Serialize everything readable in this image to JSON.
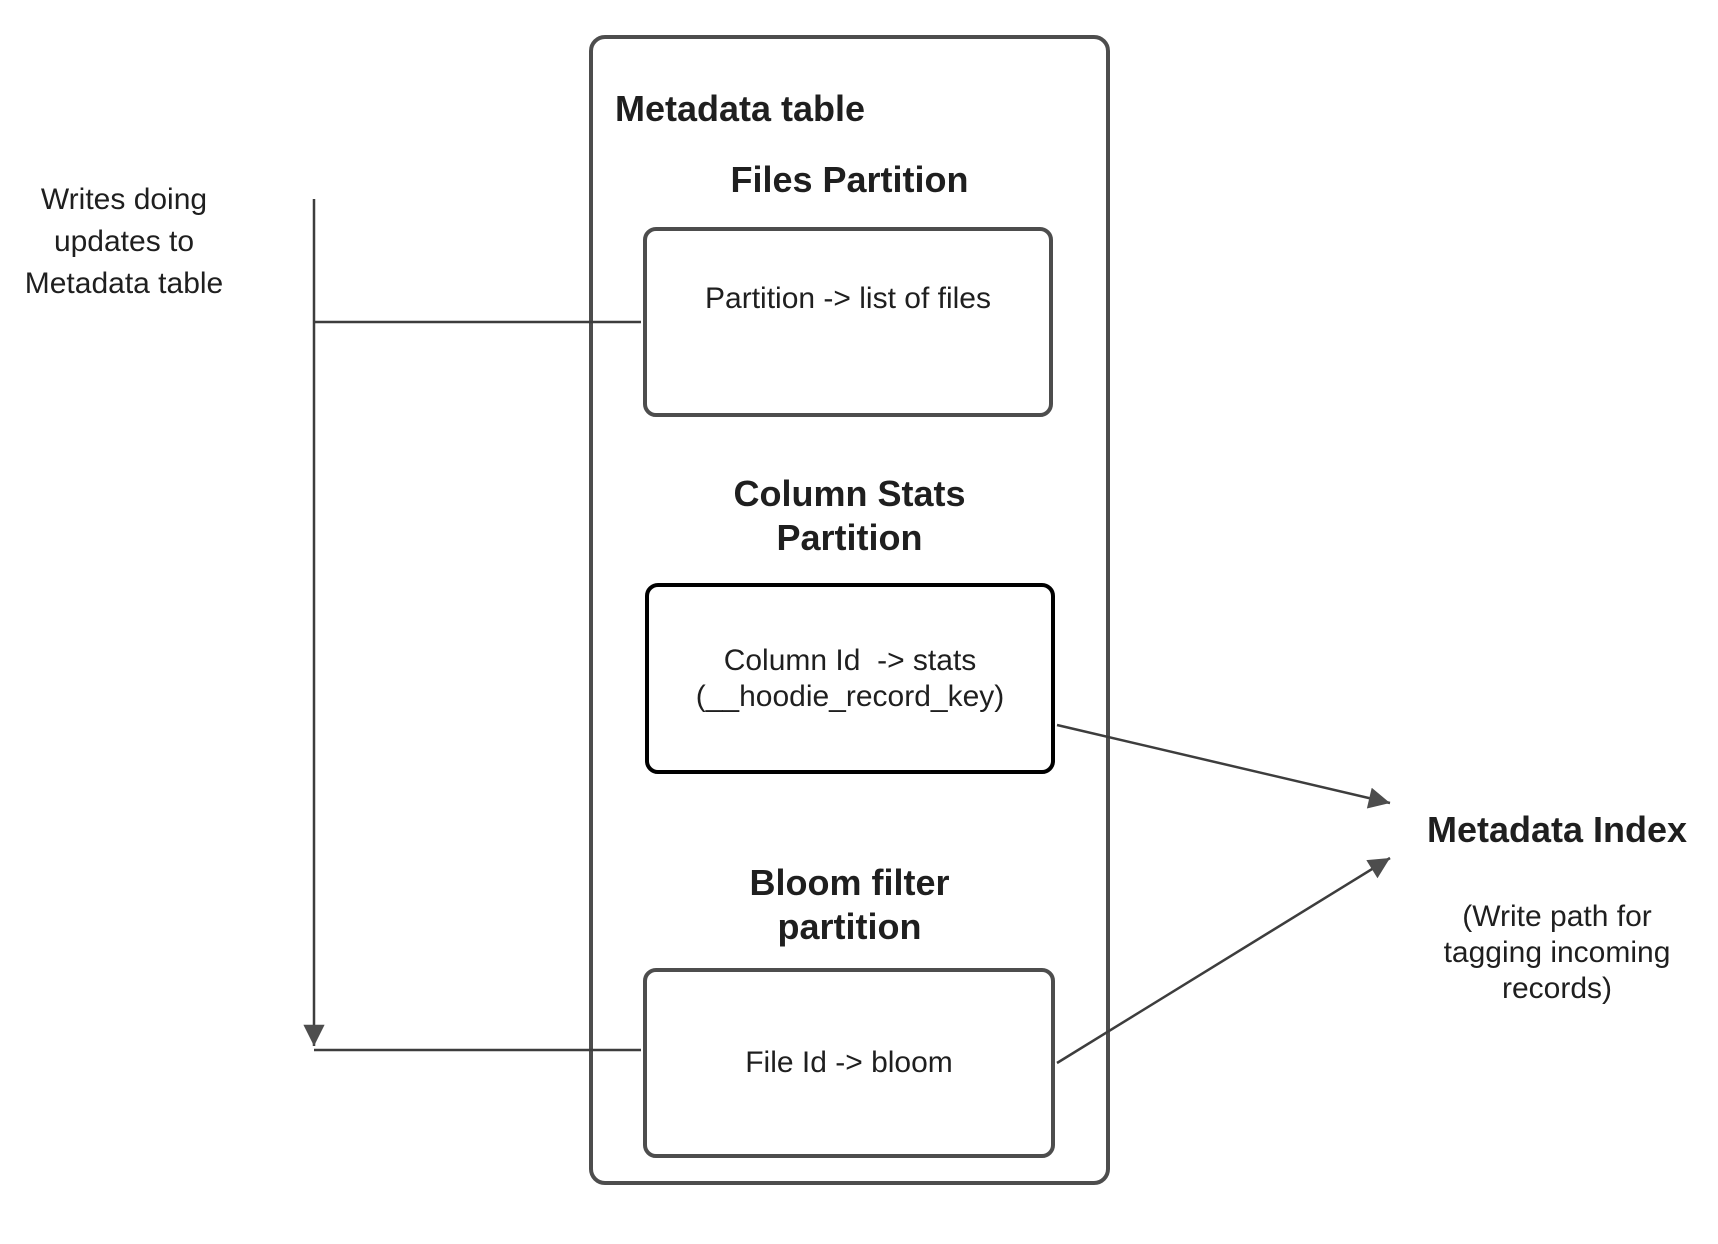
{
  "colors": {
    "background": "#ffffff",
    "box_border": "#4d4d4d",
    "stats_box_border": "#000000",
    "connector": "#3d3d3d",
    "arrowhead": "#4d4d4d",
    "text": "#1f1f1f"
  },
  "writes_note": {
    "text": "Writes doing\nupdates to\nMetadata table"
  },
  "metadata_table": {
    "title": "Metadata table",
    "files_partition": {
      "heading": "Files Partition",
      "label": "Partition -> list of files"
    },
    "column_stats_partition": {
      "heading": "Column Stats\nPartition",
      "label_line1": "Column Id  -> stats",
      "label_line2": "(__hoodie_record_key)"
    },
    "bloom_filter_partition": {
      "heading": "Bloom filter\npartition",
      "label": "File Id -> bloom"
    }
  },
  "metadata_index": {
    "title": "Metadata Index",
    "subtitle": "(Write path for\ntagging incoming\nrecords)"
  }
}
